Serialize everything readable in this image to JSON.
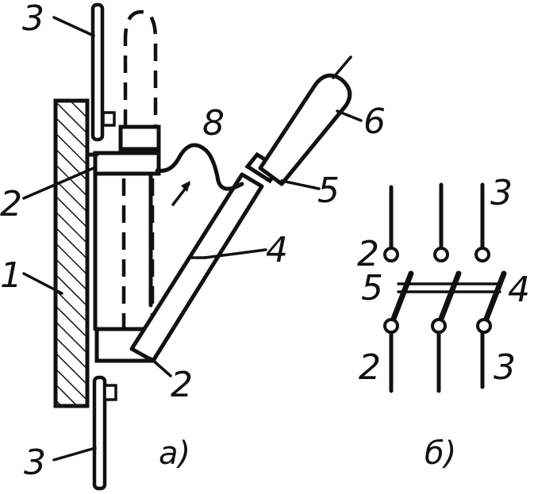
{
  "figure_a": {
    "caption": "а)",
    "labels": {
      "base": "1",
      "contact_upper": "2",
      "contact_lower": "2",
      "terminal_upper": "3",
      "terminal_lower": "3",
      "blade": "4",
      "crossbar": "5",
      "handle": "6",
      "flexible_lead": "8"
    }
  },
  "figure_b": {
    "caption": "б)",
    "labels": {
      "top_left": "2",
      "top_right": "3",
      "mid_left": "5",
      "mid_right": "4",
      "bottom_left": "2",
      "bottom_right": "3"
    }
  }
}
